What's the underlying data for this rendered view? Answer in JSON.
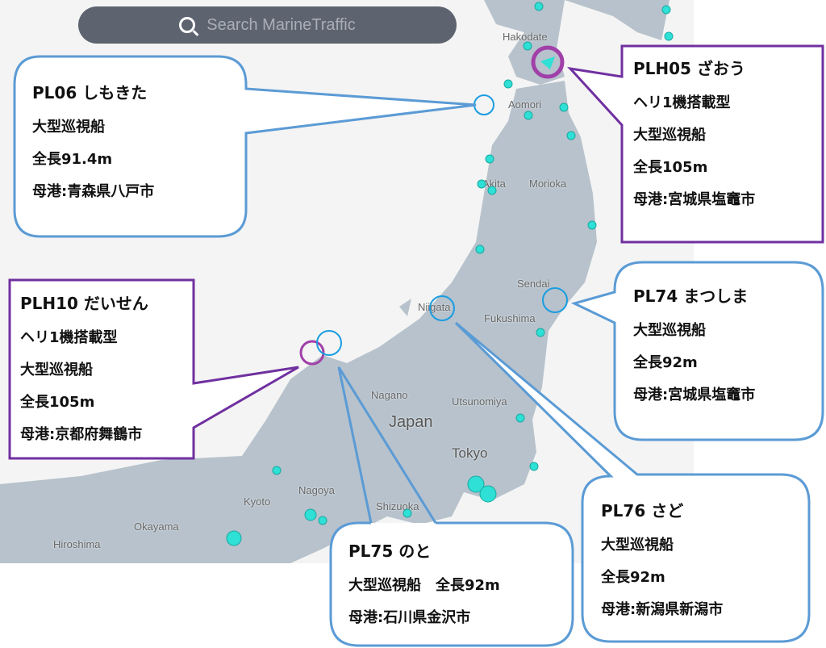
{
  "search": {
    "placeholder": "Search MarineTraffic",
    "icon": "search-icon"
  },
  "map_labels": [
    "Hakodate",
    "Aomori",
    "Akita",
    "Morioka",
    "Sendai",
    "Fukushima",
    "Niigata",
    "Nagano",
    "Utsunomiya",
    "Japan",
    "Tokyo",
    "Kyoto",
    "Nagoya",
    "Shizuoka",
    "Okayama",
    "Hiroshima"
  ],
  "colors": {
    "land": "#b7c2cc",
    "sea": "#f4f4f4",
    "vessel": "#2ee0d6",
    "blue": "#5b9bd5",
    "purple": "#7030a0"
  },
  "callouts": [
    {
      "title": "PL06 しもきた",
      "lines": [
        "大型巡視船",
        "全長91.4m",
        "母港:青森県八戸市"
      ]
    },
    {
      "title": "PLH05 ざおう",
      "lines": [
        "ヘリ1機搭載型",
        "大型巡視船",
        "全長105m",
        "母港:宮城県塩竈市"
      ]
    },
    {
      "title": "PL74 まつしま",
      "lines": [
        "大型巡視船",
        "全長92m",
        "母港:宮城県塩竈市"
      ]
    },
    {
      "title": "PLH10 だいせん",
      "lines": [
        "ヘリ1機搭載型",
        "大型巡視船",
        "全長105m",
        "母港:京都府舞鶴市"
      ]
    },
    {
      "title": "PL75 のと",
      "lines": [
        "大型巡視船　全長92m",
        "母港:石川県金沢市"
      ]
    },
    {
      "title": "PL76 さど",
      "lines": [
        "大型巡視船",
        "全長92m",
        "母港:新潟県新潟市"
      ]
    }
  ]
}
